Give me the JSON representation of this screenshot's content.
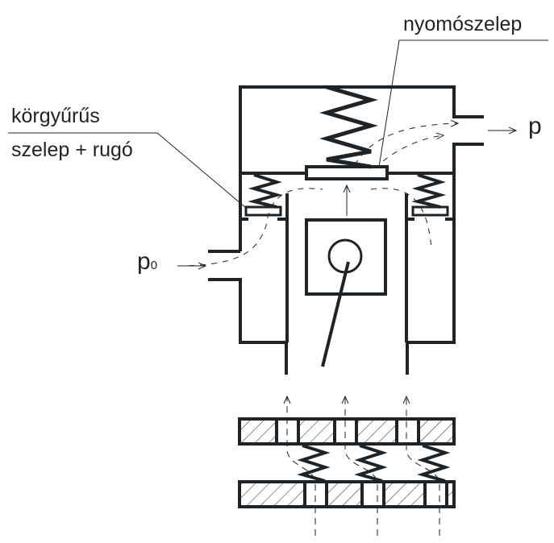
{
  "labels": {
    "discharge_valve": "nyomószelep",
    "ring_valve_line1": "körgyűrűs",
    "ring_valve_line2": "szelep + rugó",
    "outlet_pressure": "p",
    "inlet_pressure": "p",
    "inlet_pressure_subscript": "0"
  },
  "colors": {
    "line": "#1e2328",
    "background": "#ffffff"
  }
}
